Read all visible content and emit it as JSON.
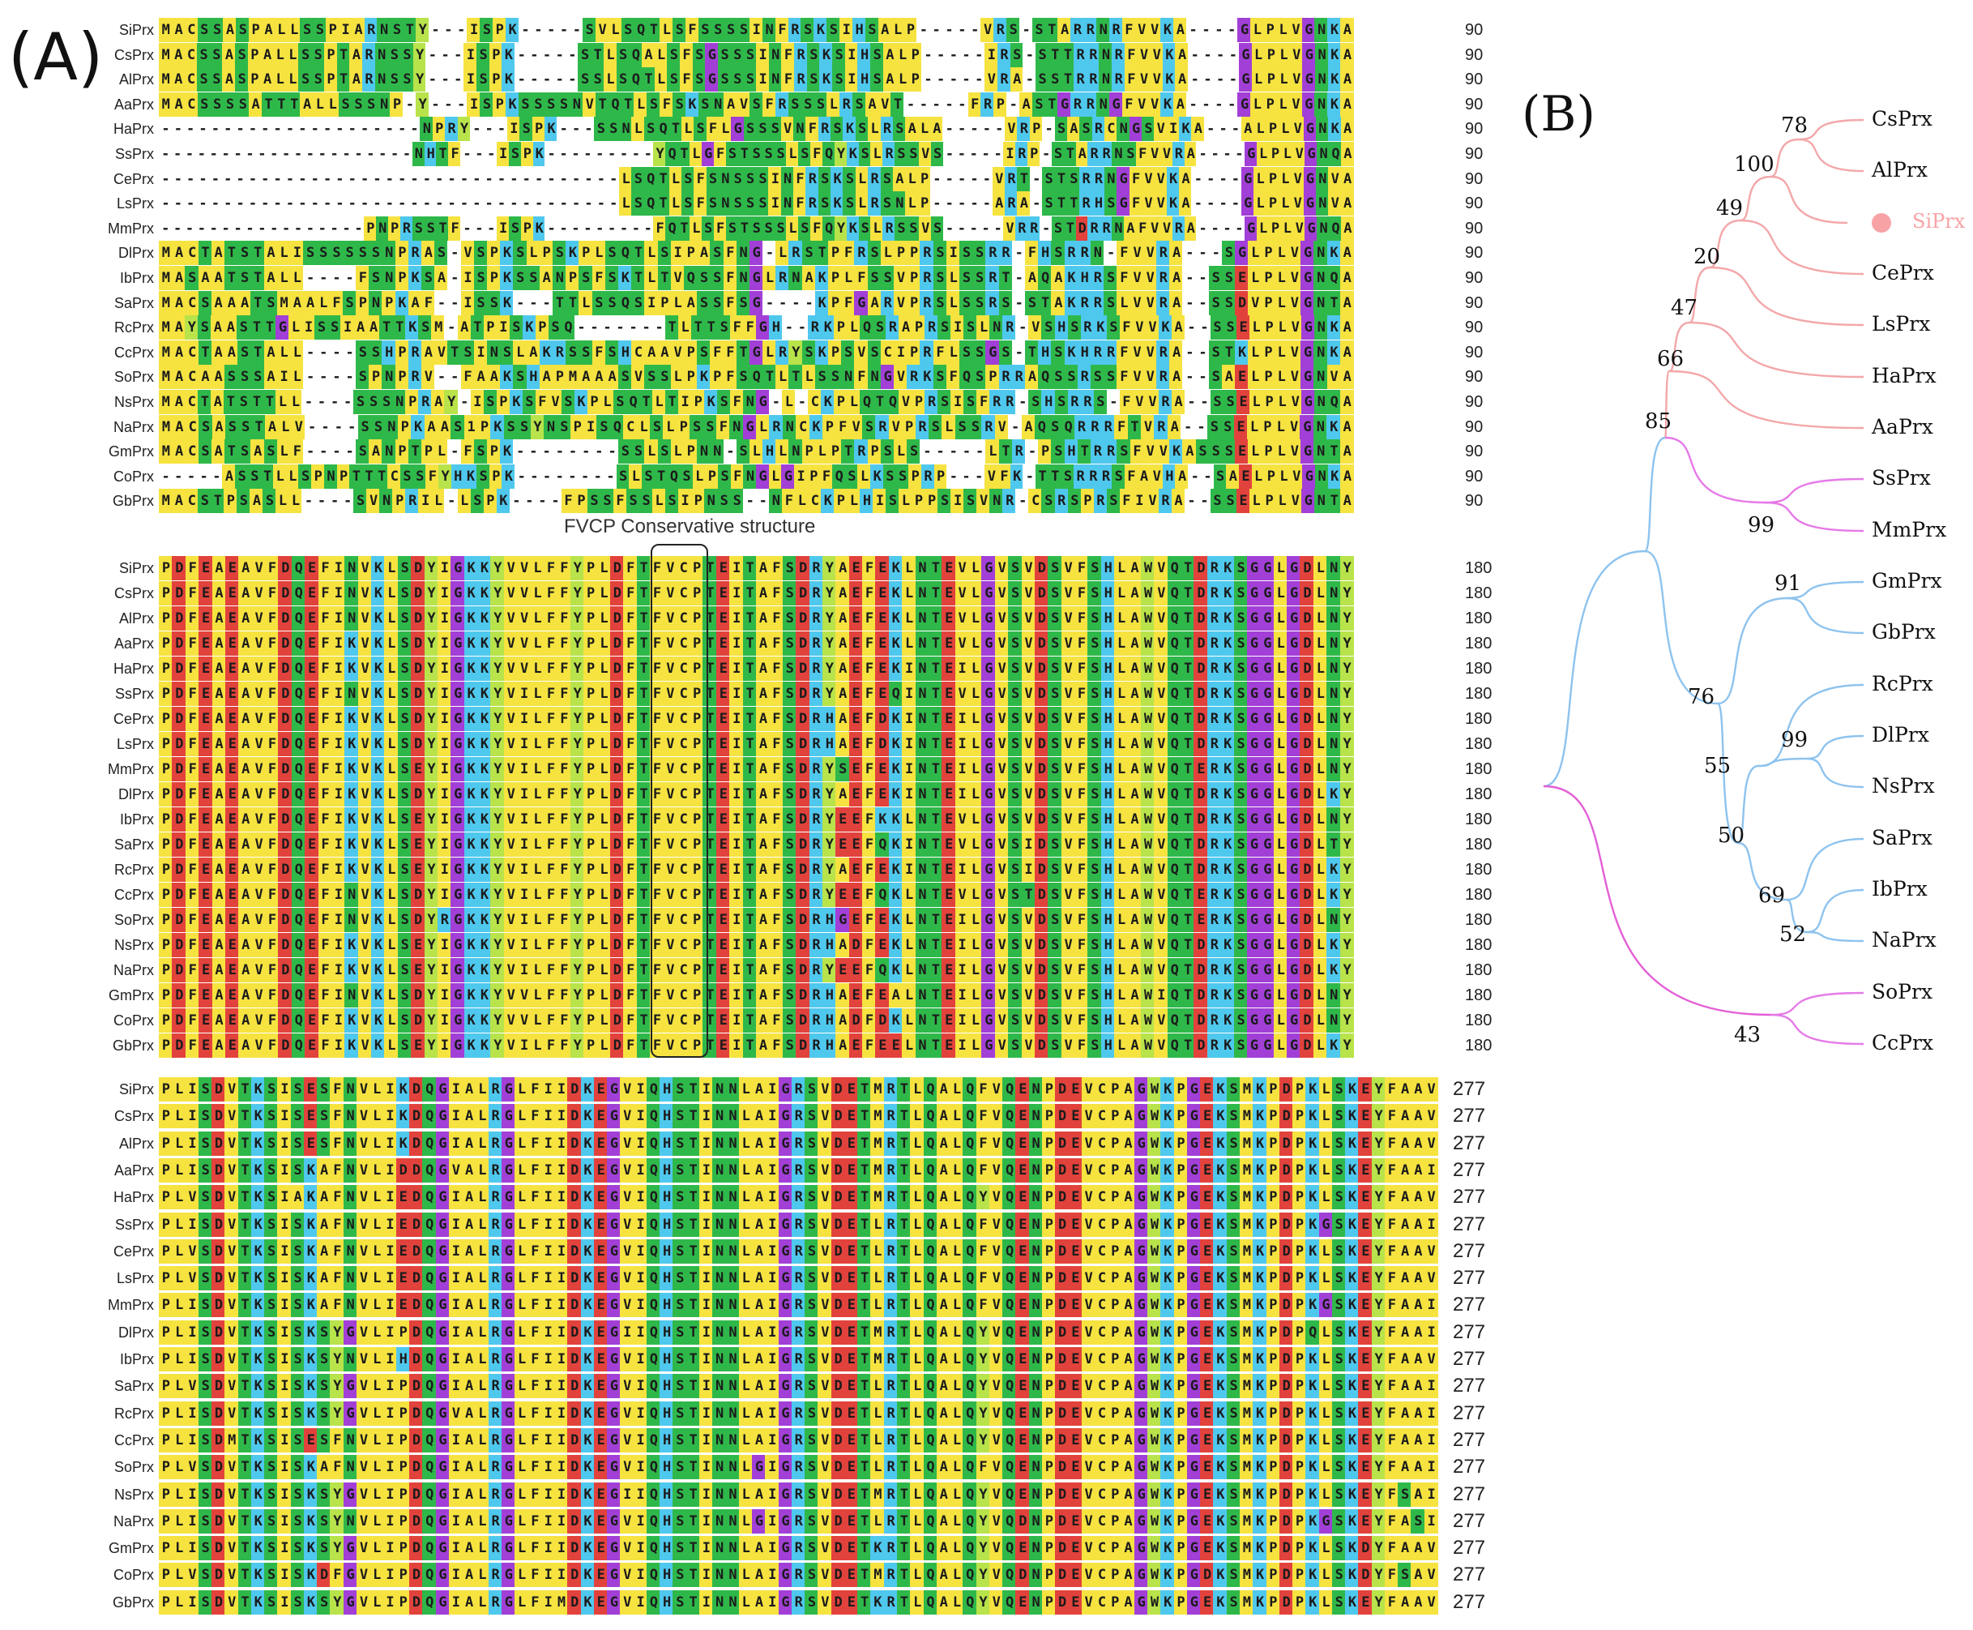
{
  "figure": {
    "panel_a_label": "(A)",
    "panel_b_label": "(B)",
    "conservation_caption": "FVCP Conservative structure"
  },
  "alignment": {
    "blocks": [
      {
        "end_position": "90",
        "rows": [
          {
            "name": "SiPrx",
            "seq": "MACSSASPALLSSPIARNSTY---ISPK-----SVLSQTLSFSSSSINFRSKSIHSALP-----VRS-STARRNRFVVKA----GLPLVGNKA"
          },
          {
            "name": "CsPrx",
            "seq": "MACSSASPALLSSPTARNSSY---ISPK-----STLSQALSFSGSSSINFRSKSIHSALP-----IRS-STTRRNRFVVKA----GLPLVGNKA"
          },
          {
            "name": "AlPrx",
            "seq": "MACSSASPALLSSPTARNSSY---ISPK-----SSLSQTLSFSGSSSINFRSKSIHSALP-----VRA-SSTRRNRFVVKA----GLPLVGNKA"
          },
          {
            "name": "AaPrx",
            "seq": "MACSSSSATTTALLSSSNP-Y---ISPKSSSSNVTQTLSFSKSNAVSFRSSSLRSAVT-----FRP-ASTGRRNGFVVKA----GLPLVGNKA"
          },
          {
            "name": "HaPrx",
            "seq": "---------------------NPRY---ISPK---SSNLSQTLSFLGSSSVNFRSKSLRSALA-----VRP-SASRCNGSVIKA---ALPLVGNKA"
          },
          {
            "name": "SsPrx",
            "seq": "---------------------NHTF---ISPK---------YQTLGFSTSSSLSFQYKSLRSSVS-----IRP-STARRNSFVVRA----GLPLVGNQA"
          },
          {
            "name": "CePrx",
            "seq": "-------------------------------------LSQTLSFSNSSSINFRSKSLRSALP-----VRT-STSRRNGFVVKA----GLPLVGNVA"
          },
          {
            "name": "LsPrx",
            "seq": "-------------------------------------LSQTLSFSNSSSINFRSKSLRSNLP-----ARA-STTRHSGFVVKA----GLPLVGNVA"
          },
          {
            "name": "MmPrx",
            "seq": "-----------------PNPRSSTF---ISPK---------FQTLSFSTSSSLSFQYKSLRSSVS-----VRR-STDRRNAFVVRA----GLPLVGNQA"
          },
          {
            "name": "DlPrx",
            "seq": "MACTATSTALISSSSSSNPRAS-VSPKSLPSKPLSQTLSIPASFNG-LRSTPFRSLPPRSISSRR-FHSRRN-FVVRA---SGLPLVGNKA"
          },
          {
            "name": "IbPrx",
            "seq": "MASAATSTALL----FSNPKSA-ISPKSSANPSFSKTLTVQSSFNGLRNAKPLFSSVPRSLSSRT-AQAKHRSFVVRA--SSELPLVGNQA"
          },
          {
            "name": "SaPrx",
            "seq": "MACSAAATSMAALFSPNPKAF--ISSK---TTLSSQSIPLASSFSG----KPFGARVPRSLSSRS-STAKRRSLVVRA--SSDVPLVGNTA"
          },
          {
            "name": "RcPrx",
            "seq": "MAYSAASTTGLISSIAATTKSM-ATPISKPSQ-------TLTTSFFGH--RKPLQSRAPRSISLNR-VSHSRKSFVVKA--SSELPLVGNKA"
          },
          {
            "name": "CcPrx",
            "seq": "MACTAASTALL----SSHPRAVTSINSLAKRSSFSHCAAVPSFFTGLRYSKPSVSCIPRFLSSGS-THSKHRRFVVRA--STKLPLVGNKA"
          },
          {
            "name": "SoPrx",
            "seq": "MACAASSSAIL----SPNPRV--FAAKSHAPMAAASVSSLPKPFSQTLTLSSNFNGVRKSFQSPRRAQSSRSSFVVRA--SAELPLVGNVA"
          },
          {
            "name": "NsPrx",
            "seq": "MACTATSTTLL----SSSNPRAY-ISPKSFVSKPLSQTLTIPKSFNG-L-CKPLQTQVPRSISFRR-SHSRRS-FVVRA--SSELPLVGNQA"
          },
          {
            "name": "NaPrx",
            "seq": "MACSASSTALV----SSNPKAAS1PKSSYNSPISQCLSLPSSFNGLRNCKPFVSRVPRSLSSRV-AQSQRRRFTVRA--SSELPLVGNKA"
          },
          {
            "name": "GmPrx",
            "seq": "MACSATSASLF----SANPTPL-FSPK--------SSLSLPNN-SLHLNPLPTRPSLS-----LTR-PSHTRRSFVVKASSSELPLVGNTA"
          },
          {
            "name": "CoPrx",
            "seq": "-----ASSTLLSPNPTTTCSSFYHKSPK--------SLSTQSLPSFNGLGIPFQSLKSSPRP---VFK-TTSRRRSFAVHA--SAELPLVGNKA"
          },
          {
            "name": "GbPrx",
            "seq": "MACSTPSASLL----SVNPRIL-LSPK----FPSSFSSLSIPNSS--NFLCKPLHISLPPSISVNR-CSRSPRSFIVRA--SSELPLVGNTA"
          }
        ]
      },
      {
        "end_position": "180",
        "rows": [
          {
            "name": "SiPrx",
            "seq": "PDFEAEAVFDQEFINVKLSDYIGKKYVVLFFYPLDFTFVCPTEITAFSDRYAEFEKLNTEVLGVSVDSVFSHLAWVQTDRKSGGLGDLNY"
          },
          {
            "name": "CsPrx",
            "seq": "PDFEAEAVFDQEFINVKLSDYIGKKYVVLFFYPLDFTFVCPTEITAFSDRYAEFEKLNTEVLGVSVDSVFSHLAWVQTDRKSGGLGDLNY"
          },
          {
            "name": "AlPrx",
            "seq": "PDFEAEAVFDQEFINVKLSDYIGKKYVVLFFYPLDFTFVCPTEITAFSDRYAEFEKLNTEVLGVSVDSVFSHLAWVQTDRKSGGLGDLNY"
          },
          {
            "name": "AaPrx",
            "seq": "PDFEAEAVFDQEFIKVKLSDYIGKKYVVLFFYPLDFTFVCPTEITAFSDRYAEFEKLNTEVLGVSVDSVFSHLAWVQTDRKSGGLGDLNY"
          },
          {
            "name": "HaPrx",
            "seq": "PDFEAEAVFDQEFIKVKLSDYIGKKYVVLFFYPLDFTFVCPTEITAFSDRYAEFEKINTEILGVSVDSVFSHLAWVQTDRKSGGLGDLNY"
          },
          {
            "name": "SsPrx",
            "seq": "PDFEAEAVFDQEFINVKLSDYIGKKYVILFFYPLDFTFVCPTEITAFSDRYAEFEQINTEVLGVSVDSVFSHLAWVQTDRKSGGLGDLNY"
          },
          {
            "name": "CePrx",
            "seq": "PDFEAEAVFDQEFIKVKLSDYIGKKYVILFFYPLDFTFVCPTEITAFSDRHAEFDKINTEILGVSVDSVFSHLAWVQTDRKSGGLGDLNY"
          },
          {
            "name": "LsPrx",
            "seq": "PDFEAEAVFDQEFIKVKLSDYIGKKYVILFFYPLDFTFVCPTEITAFSDRHAEFDKINTEILGVSVDSVFSHLAWVQTDRKSGGLGDLNY"
          },
          {
            "name": "MmPrx",
            "seq": "PDFEAEAVFDQEFIKVKLSEYIGKKYVILFFYPLDFTFVCPTEITAFSDRYSEFEKINTEILGVSVDSVFSHLAWVQTERKSGGLGDLNY"
          },
          {
            "name": "DlPrx",
            "seq": "PDFEAEAVFDQEFIKVKLSDYIGKKYVILFFYPLDFTFVCPTEITAFSDRYAEFEKINTEILGVSVDSVFSHLAWVQTDRKSGGLGDLKY"
          },
          {
            "name": "IbPrx",
            "seq": "PDFEAEAVFDQEFIKVKLSEYIGKKYVILFFYPLDFTFVCPTEITAFSDRYEEFKKLNTEVLGVSVDSVFSHLAWVQTDRKSGGLGDLNY"
          },
          {
            "name": "SaPrx",
            "seq": "PDFEAEAVFDQEFIKVKLSEYIGKKYVILFFYPLDFTFVCPTEITAFSDRYEEFQKINTEVLGVSIDSVFSHLAWVQTDRKSGGLGDLTY"
          },
          {
            "name": "RcPrx",
            "seq": "PDFEAEAVFDQEFIKVKLSEYIGKKYVILFFYPLDFTFVCPTEITAFSDRYAEFEKINTEILGVSIDSVFSHLAWVQTDRKSGGLGDLKY"
          },
          {
            "name": "CcPrx",
            "seq": "PDFEAEAVFDQEFINVKLSDYIGKKYVILFFYPLDFTFVCPTEITAFSDRYEEFQKLNTEVLGVSTDSVFSHLAWVQTERKSGGLGDLKY"
          },
          {
            "name": "SoPrx",
            "seq": "PDFEAEAVFDQEFINVKLSDYRGKKYVILFFYPLDFTFVCPTEITAFSDRHGEFEKLNTEILGVSVDSVFSHLAWVQTERKSGGLGDLNY"
          },
          {
            "name": "NsPrx",
            "seq": "PDFEAEAVFDQEFIKVKLSEYIGKKYVILFFYPLDFTFVCPTEITAFSDRHADFEKLNTEILGVSVDSVFSHLAWVQTDRKSGGLGDLKY"
          },
          {
            "name": "NaPrx",
            "seq": "PDFEAEAVFDQEFIKVKLSEYIGKKYVILFFYPLDFTFVCPTEITAFSDRYEEFQKLNTEILGVSVDSVFSHLAWVQTDRKSGGLGDLKY"
          },
          {
            "name": "GmPrx",
            "seq": "PDFEAEAVFDQEFINVKLSDYIGKKYVVLFFYPLDFTFVCPTEITAFSDRHAEFEALNTEILGVSVDSVFSHLAWIQTDRKSGGLGDLNY"
          },
          {
            "name": "CoPrx",
            "seq": "PDFEAEAVFDQEFIKVKLSDYIGKKYVVLFFYPLDFTFVCPTEITAFSDRHADFDKLNTEILGVSVDSVFSHLAWVQTDRKSGGLGDLNY"
          },
          {
            "name": "GbPrx",
            "seq": "PDFEAEAVFDQEFIKVKLSEYIGKKYVILFFYPLDFTFVCPTEITAFSDRHAEFEELNTEILGVSVDSVFSHLAWVQTDRKSGGLGDLKY"
          }
        ]
      },
      {
        "end_position": "277",
        "rows": [
          {
            "name": "SiPrx",
            "seq": "PLISDVTKSISESFNVLIKDQGIALRGLFIIDKEGVIQHSTINNLAIGRSVDETMRTLQALQFVQENPDEVCPAGWKPGEKSMKPDPKLSKEYFAAV"
          },
          {
            "name": "CsPrx",
            "seq": "PLISDVTKSISESFNVLIKDQGIALRGLFIIDKEGVIQHSTINNLAIGRSVDETMRTLQALQFVQENPDEVCPAGWKPGEKSMKPDPKLSKEYFAAV"
          },
          {
            "name": "AlPrx",
            "seq": "PLISDVTKSISESFNVLIKDQGIALRGLFIIDKEGVIQHSTINNLAIGRSVDETMRTLQALQFVQENPDEVCPAGWKPGEKSMKPDPKLSKEYFAAV"
          },
          {
            "name": "AaPrx",
            "seq": "PLISDVTKSISKAFNVLIDDQGVALRGLFIIDKEGVIQHSTINNLAIGRSVDETMRTLQALQFVQENPDEVCPAGWKPGEKSMKPDPKLSKEYFAAI"
          },
          {
            "name": "HaPrx",
            "seq": "PLVSDVTKSIAKAFNVLIEDQGIALRGLFIIDKEGVIQHSTINNLAIGRSVDETMRTLQALQYVQENPDEVCPAGWKPGEKSMKPDPKLSKEYFAAV"
          },
          {
            "name": "SsPrx",
            "seq": "PLISDVTKSISKAFNVLIEDQGIALRGLFIIDKEGVIQHSTINNLAIGRSVDETLRTLQALQFVQENPDEVCPAGWKPGEKSMKPDPKGSKEYFAAI"
          },
          {
            "name": "CePrx",
            "seq": "PLVSDVTKSISKAFNVLIEDQGIALRGLFIIDKEGVIQHSTINNLAIGRSVDETLRTLQALQFVQENPDEVCPAGWKPGEKSMKPDPKLSKEYFAAV"
          },
          {
            "name": "LsPrx",
            "seq": "PLVSDVTKSISKAFNVLIEDQGIALRGLFIIDKEGVIQHSTINNLAIGRSVDETLRTLQALQFVQENPDEVCPAGWKPGEKSMKPDPKLSKEYFAAV"
          },
          {
            "name": "MmPrx",
            "seq": "PLISDVTKSISKAFNVLIEDQGIALRGLFIIDKEGVIQHSTINNLAIGRSVDETLRTLQALQFVQENPDEVCPAGWKPGEKSMKPDPKGSKEYFAAI"
          },
          {
            "name": "DlPrx",
            "seq": "PLISDVTKSISKSYGVLIPDQGIALRGLFIIDKEGIIQHSTINNLAIGRSVDETMRTLQALQYVQENPDEVCPAGWKPGEKSMKPDPQLSKEYFAAI"
          },
          {
            "name": "IbPrx",
            "seq": "PLISDVTKSISKSYNVLIHDQGIALRGLFIIDKEGVIQHSTINNLAIGRSVDETMRTLQALQYVQENPDEVCPAGWKPGEKSMKPDPKLSKEYFAAV"
          },
          {
            "name": "SaPrx",
            "seq": "PLVSDVTKSISKSYGVLIPDQGIALRGLFIIDKEGVIQHSTINNLAIGRSVDETLRTLQALQYVQENPDEVCPAGWKPGEKSMKPDPKLSKEYFAAI"
          },
          {
            "name": "RcPrx",
            "seq": "PLISDVTKSISKSYGVLIPDQGVALRGLFIIDKEGVIQHSTINNLAIGRSVDETLRTLQALQYVQENPDEVCPAGWKPGEKSMKPDPKLSKEYFAAI"
          },
          {
            "name": "CcPrx",
            "seq": "PLISDMTKSISESFNVLIPDQGIALRGLFIIDKEGVIQHSTINNLAIGRSVDETLRTLQALQYVQENPDEVCPAGWKPGEKSMKPDPKLSKEYFAAI"
          },
          {
            "name": "SoPrx",
            "seq": "PLVSDVTKSISKAFNVLIPDQGIALRGLFIIDKEGVIQHSTINNLGIGRSVDETLRTLQALQFVQENPDEVCPAGWKPGEKSMKPDPKLSKEYFAAI"
          },
          {
            "name": "NsPrx",
            "seq": "PLISDVTKSISKSYGVLIPDQGIALRGLFIIDKEGIIQHSTINNLAIGRSVDETMRTLQALQYVQENPDEVCPAGWKPGEKSMKPDPKLSKEYFSAI"
          },
          {
            "name": "NaPrx",
            "seq": "PLISDVTKSISKSYNVLIPDQGIALRGLFIIDKEGVIQHSTINNLGIGRSVDETLRTLQALQYVQDNPDEVCPAGWKPGEKSMKPDPKGSKEYFASI"
          },
          {
            "name": "GmPrx",
            "seq": "PLISDVTKSISKSYGVLIPDQGIALRGLFIIDKEGVIQHSTINNLAIGRSVDETKRTLQALQYVQENPDEVCPAGWKPGEKSMKPDPKLSKDYFAAV"
          },
          {
            "name": "CoPrx",
            "seq": "PLVSDVTKSISKDFGVLIPDQGIALRGLFIIDKEGVIQHSTINNLAIGRSVDETMRTLQALQYVQDNPDEVCPAGWKPGDKSMKPDPKLSKDYFSAV"
          },
          {
            "name": "GbPrx",
            "seq": "PLISDVTKSISKSYGVLIPDQGIALRGLFIMDKEGVIQHSTINNLAIGRSVDETKRTLQALQYVQENPDEVCPAGWKPGEKSMKPDPKLSKEYFAAV"
          }
        ]
      }
    ],
    "residue_colors": {
      "hydrophobic": "#f6e340",
      "polar_green": "#2fb84a",
      "cyan": "#4fc8ee",
      "red": "#e2423c",
      "purple": "#a23fd6",
      "lime": "#b8e34a",
      "tan": "#c9b27a",
      "gap": "#ffffff"
    }
  },
  "tree": {
    "leaves": [
      "CsPrx",
      "AlPrx",
      "SiPrx",
      "CePrx",
      "LsPrx",
      "HaPrx",
      "AaPrx",
      "SsPrx",
      "MmPrx",
      "GmPrx",
      "GbPrx",
      "RcPrx",
      "DlPrx",
      "NsPrx",
      "SaPrx",
      "IbPrx",
      "NaPrx",
      "SoPrx",
      "CcPrx"
    ],
    "bootstraps": [
      "78",
      "100",
      "49",
      "20",
      "47",
      "66",
      "85",
      "99",
      "91",
      "76",
      "99",
      "55",
      "50",
      "69",
      "52",
      "43"
    ],
    "colors": {
      "clade_red": "#f3a7a9",
      "clade_pink": "#e67ae8",
      "clade_blue": "#8ec3ee",
      "root": "#e35fd6",
      "highlight": "#f7a3a6"
    }
  }
}
